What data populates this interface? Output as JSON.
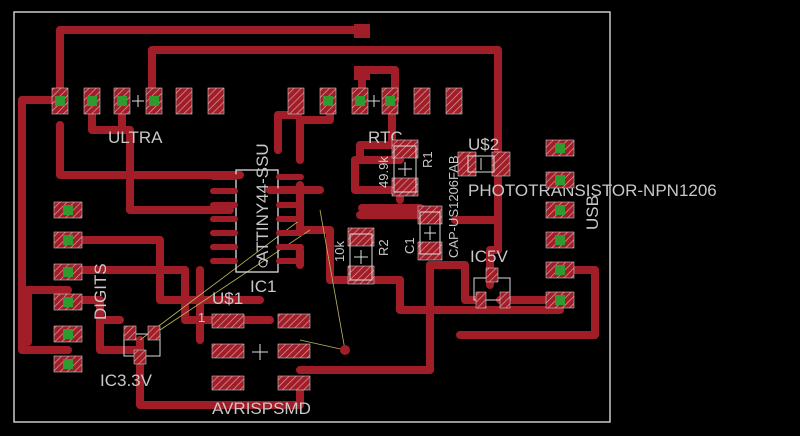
{
  "colors": {
    "background": "#000000",
    "copper": "#a11d27",
    "via": "#2f9a2f",
    "silkscreen": "#c8c8c8",
    "board_outline": "#d8d8d8",
    "airwire": "#bdb65a"
  },
  "labels": {
    "ultra": "ULTRA",
    "rtc": "RTC",
    "attiny": "ATTINY44-SSU",
    "ic1": "IC1",
    "r1_value": "49.9k",
    "r1": "R1",
    "cap_pkg": "CAP-US1206FAB",
    "c1": "C1",
    "r2_value": "10k",
    "r2": "R2",
    "u2": "U$2",
    "phototransistor": "PHOTOTRANSISTOR-NPN1206",
    "usb": "USB",
    "ic5v": "IC5V",
    "digits": "DIGITS",
    "u1": "U$1",
    "pin1": "1",
    "ic33v": "IC3.3V",
    "avrisp": "AVRISPSMD"
  }
}
